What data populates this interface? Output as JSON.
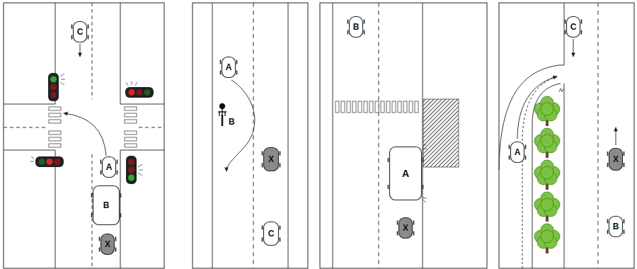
{
  "diagram": {
    "nodes": [
      {
        "text": [
          "C"
        ]
      },
      {
        "text": [
          "A"
        ]
      },
      {
        "text": [
          "B"
        ]
      },
      {
        "text": [
          "X"
        ]
      },
      {
        "text": [
          "A"
        ]
      },
      {
        "text": [
          "B"
        ]
      },
      {
        "text": [
          "X"
        ]
      },
      {
        "text": [
          "C"
        ]
      },
      {
        "text": [
          "B"
        ]
      },
      {
        "text": [
          "A"
        ]
      },
      {
        "text": [
          "X"
        ]
      },
      {
        "text": [
          "C"
        ]
      },
      {
        "text": [
          "A"
        ]
      },
      {
        "text": [
          "X"
        ]
      },
      {
        "text": [
          "B"
        ]
      }
    ]
  }
}
